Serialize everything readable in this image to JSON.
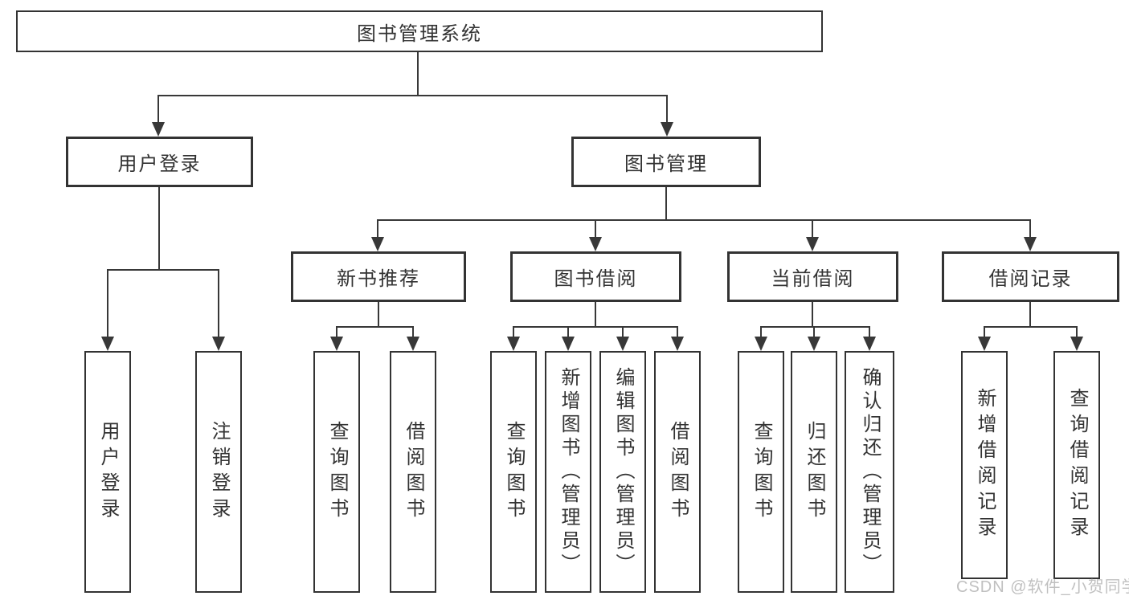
{
  "tree": {
    "label": "图书管理系统",
    "children": [
      {
        "label": "用户登录",
        "children": [
          {
            "label": "用户登录"
          },
          {
            "label": "注销登录"
          }
        ]
      },
      {
        "label": "图书管理",
        "children": [
          {
            "label": "新书推荐",
            "children": [
              {
                "label": "查询图书"
              },
              {
                "label": "借阅图书"
              }
            ]
          },
          {
            "label": "图书借阅",
            "children": [
              {
                "label": "查询图书"
              },
              {
                "label": "新增图书（管理员）"
              },
              {
                "label": "编辑图书（管理员）"
              },
              {
                "label": "借阅图书"
              }
            ]
          },
          {
            "label": "当前借阅",
            "children": [
              {
                "label": "查询图书"
              },
              {
                "label": "归还图书"
              },
              {
                "label": "确认归还（管理员）"
              }
            ]
          },
          {
            "label": "借阅记录",
            "children": [
              {
                "label": "新增借阅记录"
              },
              {
                "label": "查询借阅记录"
              }
            ]
          }
        ]
      }
    ]
  },
  "watermark": {
    "text": "CSDN @软件_小贺同学"
  },
  "colors": {
    "line": "#383838",
    "box_border": "#333333",
    "text": "#333333",
    "background": "#ffffff",
    "watermark": "#8c8c8c"
  }
}
